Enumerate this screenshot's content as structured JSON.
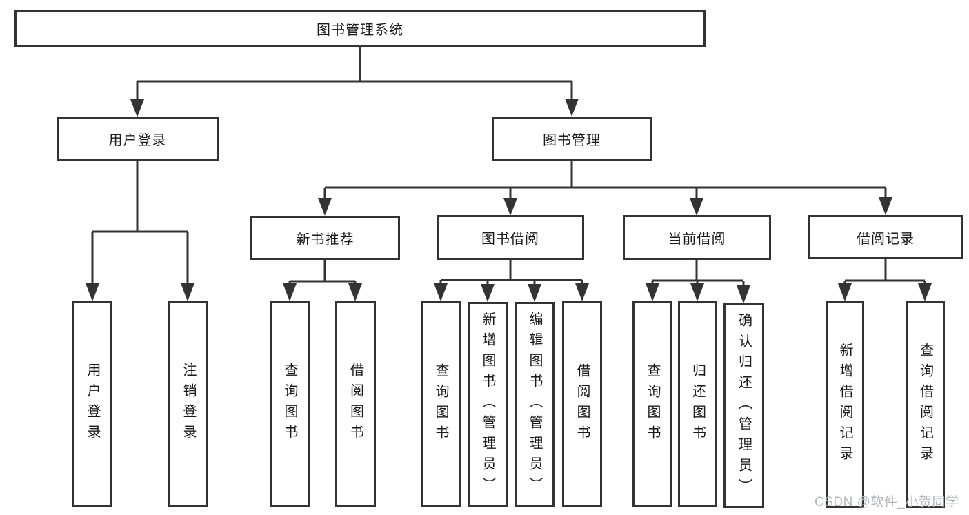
{
  "diagram": {
    "root": {
      "label": "图书管理系统"
    },
    "branches": [
      {
        "label": "用户登录",
        "children": [
          {
            "label": "用户登录"
          },
          {
            "label": "注销登录"
          }
        ]
      },
      {
        "label": "图书管理",
        "children": [
          {
            "label": "新书推荐",
            "children": [
              {
                "label": "查询图书"
              },
              {
                "label": "借阅图书"
              }
            ]
          },
          {
            "label": "图书借阅",
            "children": [
              {
                "label": "查询图书"
              },
              {
                "label": "新增图书（管理员）"
              },
              {
                "label": "编辑图书（管理员）"
              },
              {
                "label": "借阅图书"
              }
            ]
          },
          {
            "label": "当前借阅",
            "children": [
              {
                "label": "查询图书"
              },
              {
                "label": "归还图书"
              },
              {
                "label": "确认归还（管理员）"
              }
            ]
          },
          {
            "label": "借阅记录",
            "children": [
              {
                "label": "新增借阅记录"
              },
              {
                "label": "查询借阅记录"
              }
            ]
          }
        ]
      }
    ]
  },
  "watermark": {
    "text": "CSDN @软件_小贺同学"
  },
  "colors": {
    "line": "#333333",
    "text": "#1a1a1a",
    "watermark": "#b3b6bb",
    "background": "#ffffff"
  }
}
